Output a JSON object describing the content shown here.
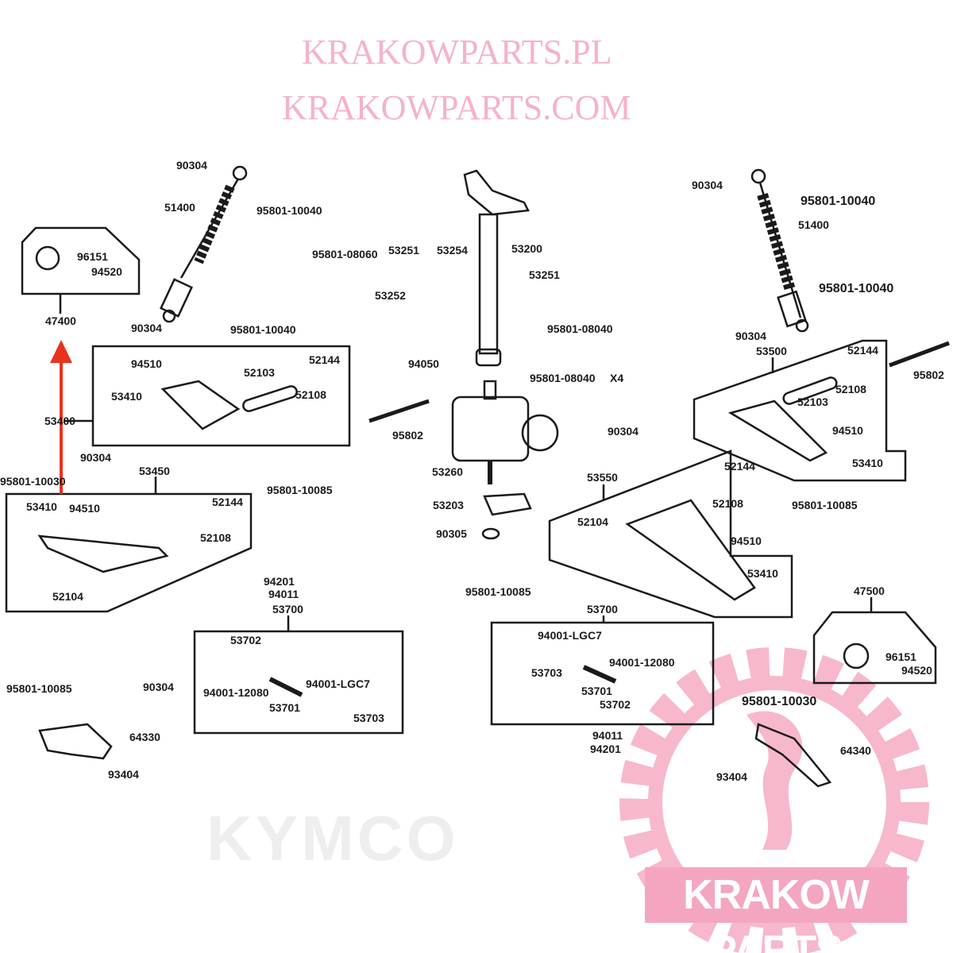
{
  "watermarks": {
    "top": "KRAKOWPARTS.PL",
    "middle": "KRAKOWPARTS.COM",
    "oem_logo": "KYMCO",
    "brand_badge": "KRAKOW PARTS"
  },
  "colors": {
    "line": "#1a1a1a",
    "watermark": "#f4a6c0",
    "arrow": "#e8321e"
  },
  "labels": [
    "90304",
    "51400",
    "95801-10040",
    "96151",
    "94520",
    "47400",
    "90304",
    "95801-10040",
    "95801-08060",
    "53251",
    "53254",
    "53200",
    "53252",
    "53251",
    "95801-08040",
    "94050",
    "95801-08040",
    "X4",
    "94510",
    "52144",
    "52103",
    "53410",
    "52108",
    "53400",
    "95802",
    "90304",
    "90304",
    "53450",
    "95801-10030",
    "53260",
    "95801-10085",
    "53410",
    "94510",
    "52144",
    "52108",
    "52104",
    "53203",
    "90305",
    "53550",
    "52144",
    "52108",
    "52104",
    "94510",
    "53410",
    "95801-10085",
    "94201",
    "94011",
    "53700",
    "53702",
    "94001-12080",
    "94001-LGC7",
    "53701",
    "53703",
    "95801-10085",
    "90304",
    "64330",
    "93404",
    "53700",
    "94001-LGC7",
    "53703",
    "94001-12080",
    "53701",
    "53702",
    "94011",
    "94201",
    "90304",
    "95801-10040",
    "51400",
    "95801-10040",
    "90304",
    "53500",
    "52144",
    "52108",
    "52103",
    "95802",
    "94510",
    "53410",
    "95801-10085",
    "47500",
    "96151",
    "94520",
    "95801-10030",
    "64340",
    "93404"
  ]
}
